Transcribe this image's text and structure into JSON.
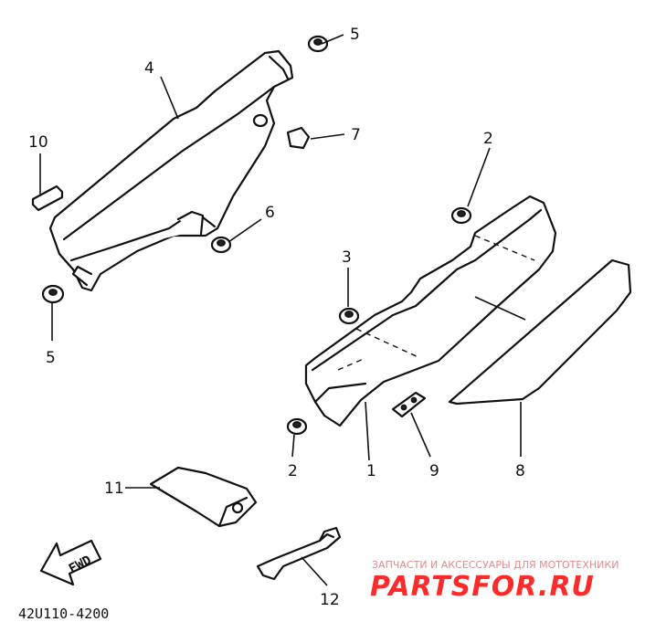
{
  "callouts": {
    "c1": "1",
    "c2a": "2",
    "c2b": "2",
    "c3": "3",
    "c4": "4",
    "c5a": "5",
    "c5b": "5",
    "c6": "6",
    "c7": "7",
    "c8": "8",
    "c9": "9",
    "c10": "10",
    "c11": "11",
    "c12": "12"
  },
  "fwd_label": "FWD",
  "diagram_code": "42U110-4200",
  "watermark": {
    "tagline": "ЗАПЧАСТИ И АКСЕССУАРЫ ДЛЯ МОТОТЕХНИКИ",
    "brand": "PARTSFOR.RU"
  },
  "colors": {
    "line": "#111111",
    "watermark_red": "#ff2a2a"
  }
}
